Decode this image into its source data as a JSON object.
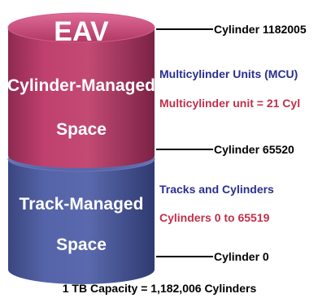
{
  "diagram": {
    "title": "EAV",
    "upper_section": {
      "line1": "Cylinder-Managed",
      "line2": "Space",
      "fill": "#c0406e",
      "side_dark": "#8e2a50"
    },
    "lower_section": {
      "line1": "Track-Managed",
      "line2": "Space",
      "fill": "#4f5fa3",
      "side_dark": "#3a4680"
    },
    "markers": {
      "top": "Cylinder 1182005",
      "middle": "Cylinder 65520",
      "bottom": "Cylinder 0"
    },
    "upper_notes": {
      "heading": "Multicylinder Units (MCU)",
      "detail": "Multicylinder unit = 21 Cyl"
    },
    "lower_notes": {
      "heading": "Tracks and Cylinders",
      "detail": "Cylinders 0 to 65519"
    },
    "caption": "1 TB Capacity = 1,182,006 Cylinders",
    "colors": {
      "note_heading": "#2a2f8f",
      "note_detail": "#c0304a",
      "text": "#000000"
    }
  }
}
